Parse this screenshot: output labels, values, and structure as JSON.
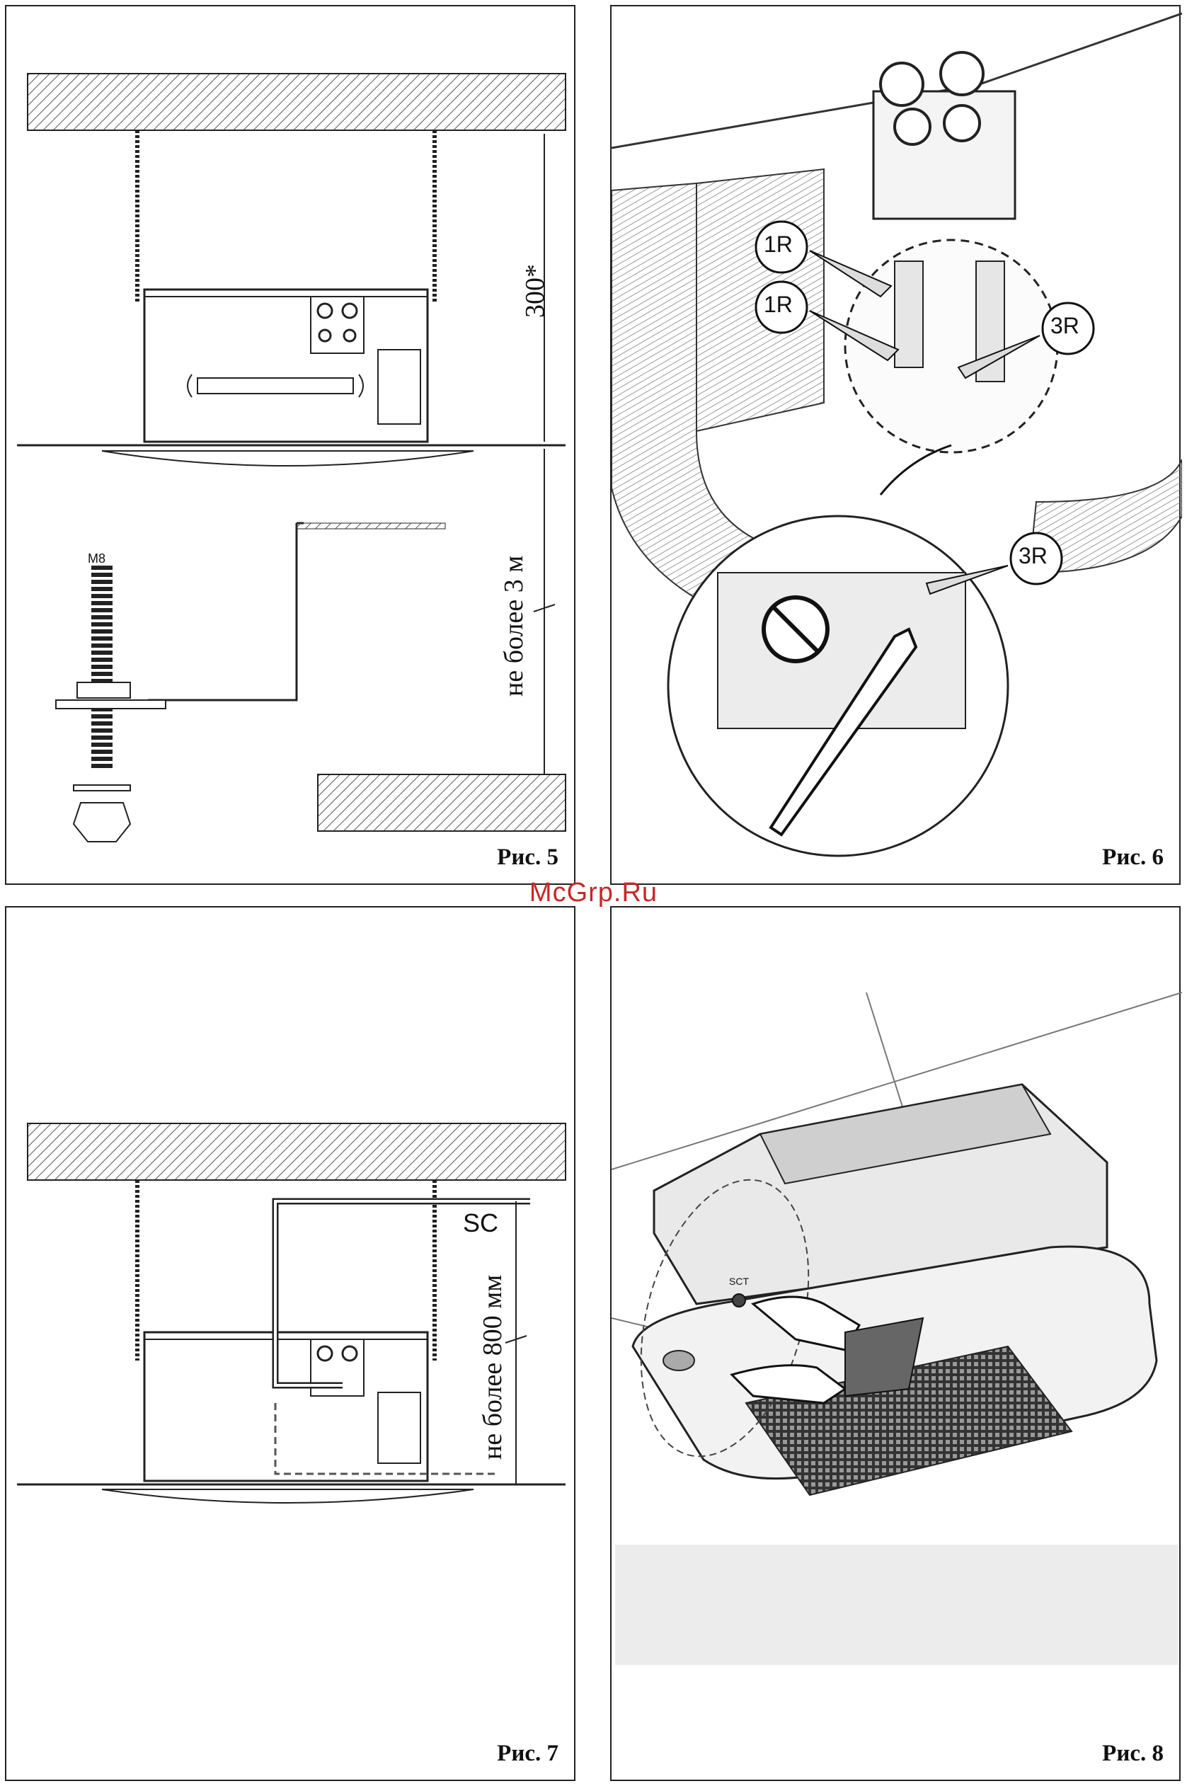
{
  "figures": {
    "fig5": {
      "caption": "Рис. 5",
      "dim_top": "300*",
      "dim_bottom": "не более 3 м",
      "bolt_label": "M8"
    },
    "fig6": {
      "caption": "Рис. 6",
      "callouts": [
        "1R",
        "1R",
        "3R",
        "3R"
      ]
    },
    "fig7": {
      "caption": "Рис. 7",
      "sc_label": "SC",
      "dim": "не более 800 мм"
    },
    "fig8": {
      "caption": "Рис. 8",
      "sct_label": "SCT"
    }
  },
  "watermark": "McGrp.Ru",
  "colors": {
    "frame": "#222222",
    "watermark": "#c62828",
    "hatch": "#555555"
  }
}
